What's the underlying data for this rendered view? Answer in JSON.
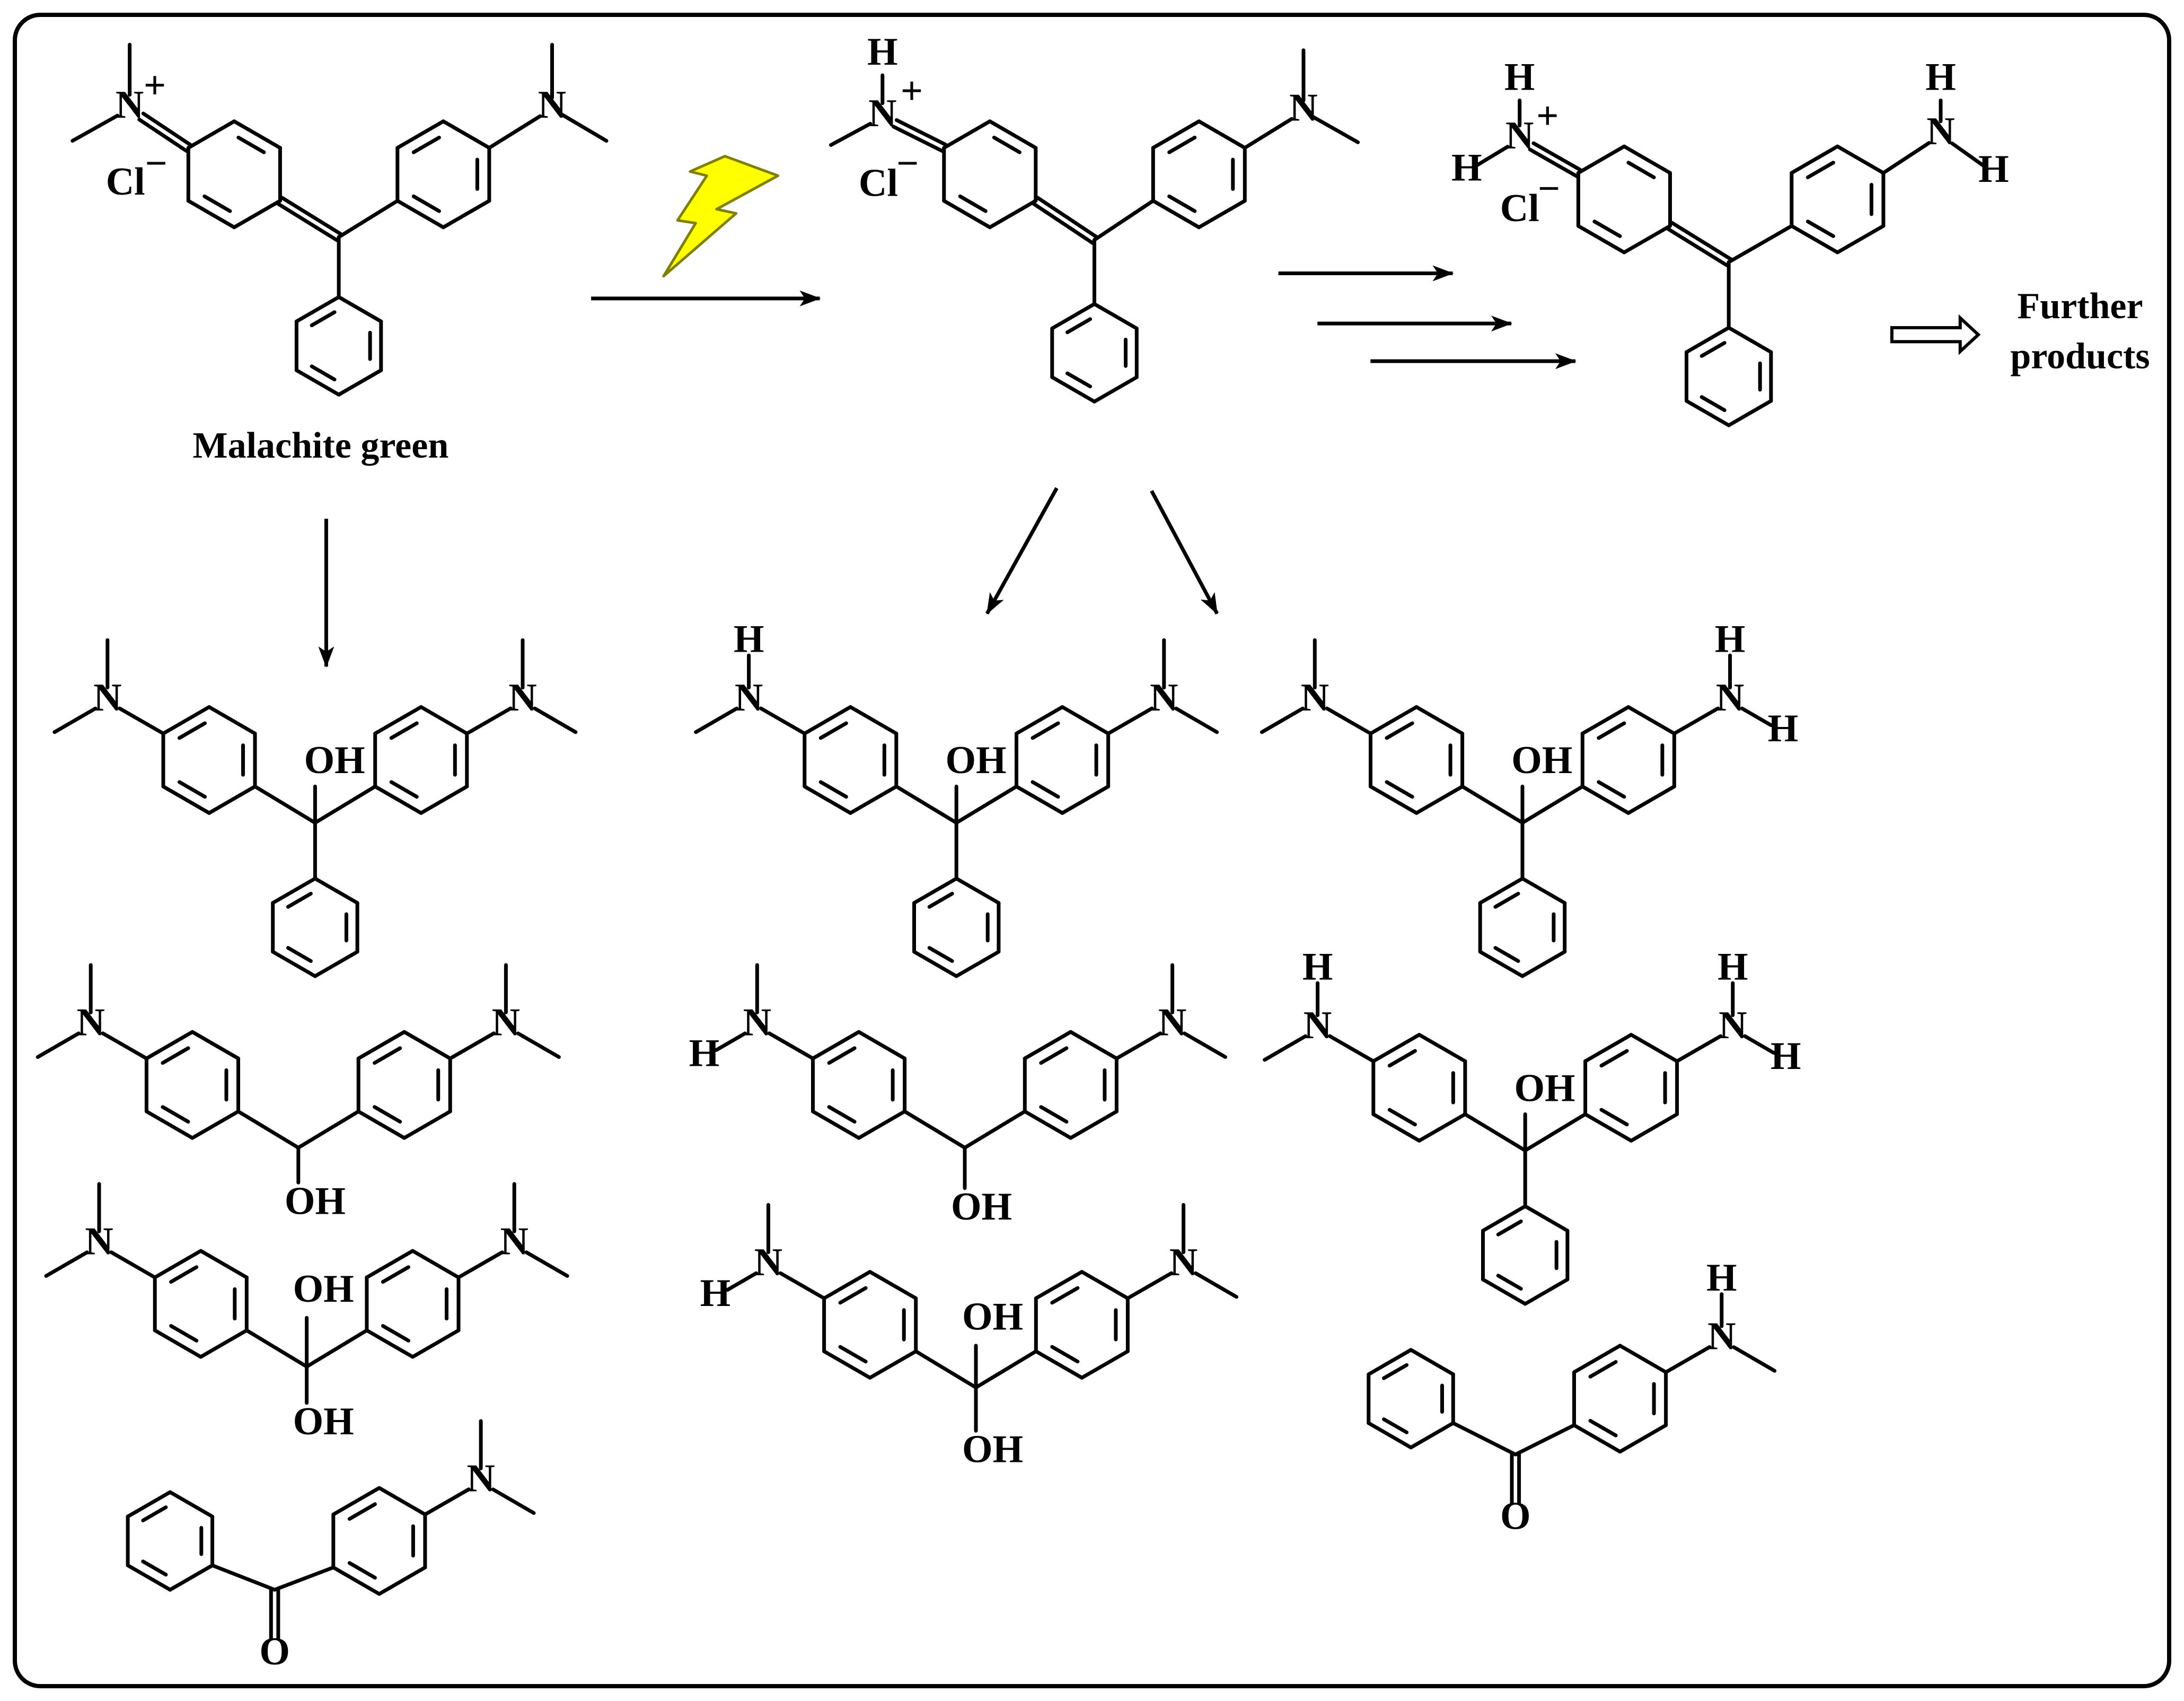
{
  "labels": {
    "start_name": "Malachite green",
    "further_line1": "Further",
    "further_line2": "products"
  },
  "atoms": {
    "n": "N",
    "h": "H",
    "cl": "Cl",
    "oh": "OH",
    "o": "O",
    "plus": "+",
    "minus": "−"
  },
  "colors": {
    "line": "#000000",
    "frame": "#000000",
    "lightning_fill": "#ffff00",
    "lightning_stroke": "#808000",
    "background": "#ffffff"
  },
  "icons": {
    "light": "lightning-bolt-icon",
    "further": "hollow-right-arrow-icon"
  }
}
